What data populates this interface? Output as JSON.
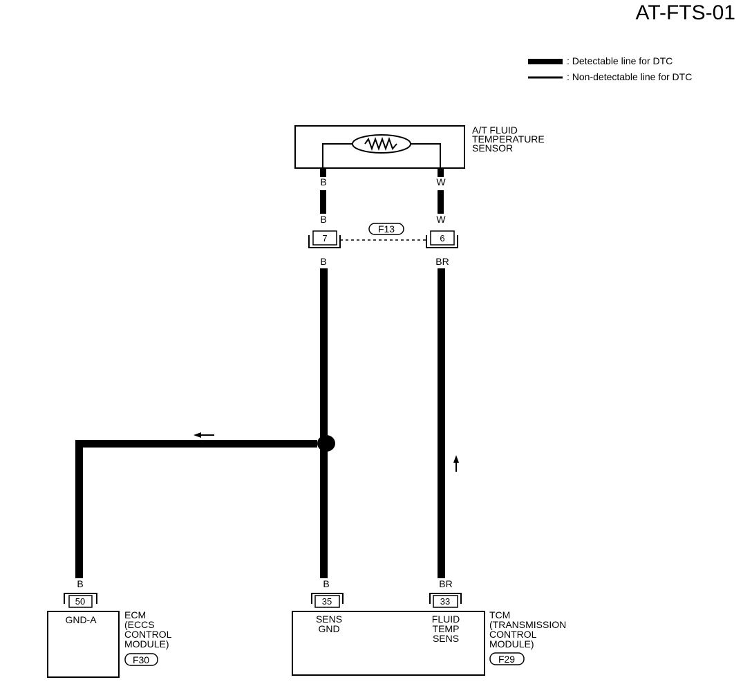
{
  "diagram_code": "AT-FTS-01",
  "legend": {
    "detectable": ": Detectable line for DTC",
    "non_detectable": ": Non-detectable line for DTC"
  },
  "sensor": {
    "name_line1": "A/T FLUID",
    "name_line2": "TEMPERATURE",
    "name_line3": "SENSOR",
    "left_wire": "B",
    "right_wire": "W"
  },
  "connector_f13": {
    "id": "F13",
    "left_pin": "7",
    "right_pin": "6",
    "left_top_color": "B",
    "right_top_color": "W",
    "left_bottom_color": "B",
    "right_bottom_color": "BR"
  },
  "ecm": {
    "pin": "50",
    "pin_label": "GND-A",
    "wire_color": "B",
    "name_line1": "ECM",
    "name_line2": "(ECCS",
    "name_line3": "CONTROL",
    "name_line4": "MODULE)",
    "connector_id": "F30"
  },
  "tcm": {
    "pin_left": "35",
    "pin_left_label_1": "SENS",
    "pin_left_label_2": "GND",
    "pin_left_wire": "B",
    "pin_right": "33",
    "pin_right_label_1": "FLUID",
    "pin_right_label_2": "TEMP",
    "pin_right_label_3": "SENS",
    "pin_right_wire": "BR",
    "name_line1": "TCM",
    "name_line2": "(TRANSMISSION",
    "name_line3": "CONTROL",
    "name_line4": "MODULE)",
    "connector_id": "F29"
  }
}
